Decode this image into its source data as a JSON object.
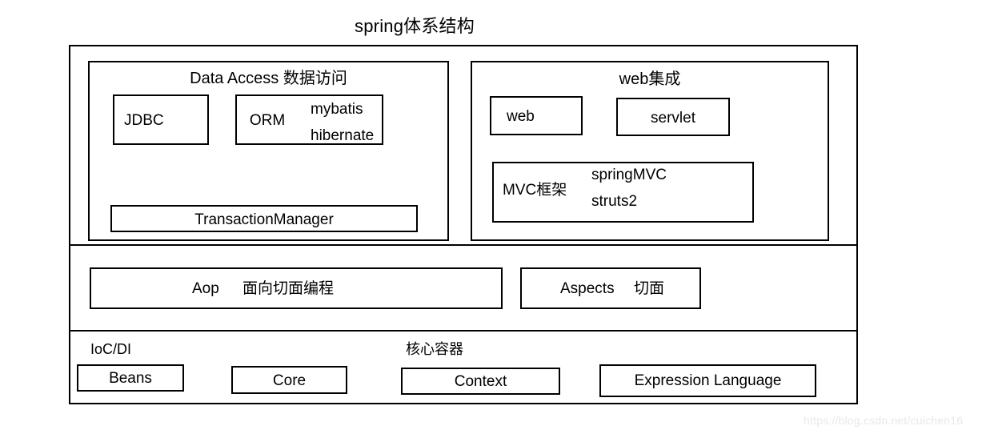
{
  "diagram": {
    "title": "spring体系结构",
    "watermark": "https://blog.csdn.net/cuichen16"
  },
  "layers": {
    "top": {
      "data_access": {
        "title": "Data Access 数据访问",
        "jdbc": "JDBC",
        "orm": {
          "label": "ORM",
          "items": [
            "mybatis",
            "hibernate"
          ]
        },
        "transaction_manager": "TransactionManager"
      },
      "web": {
        "title": "web集成",
        "web": "web",
        "servlet": "servlet",
        "mvc": {
          "label": "MVC框架",
          "items": [
            "springMVC",
            "struts2"
          ]
        }
      }
    },
    "aop": {
      "aop": {
        "name": "Aop",
        "description": "面向切面编程"
      },
      "aspects": {
        "name": "Aspects",
        "description": "切面"
      }
    },
    "core": {
      "ioc_di_label": "IoC/DI",
      "core_container_label": "核心容器",
      "modules": [
        "Beans",
        "Core",
        "Context",
        "Expression Language"
      ]
    }
  },
  "colors": {
    "stroke": "#000000",
    "background": "#ffffff",
    "watermark": "#e8e8e8"
  }
}
